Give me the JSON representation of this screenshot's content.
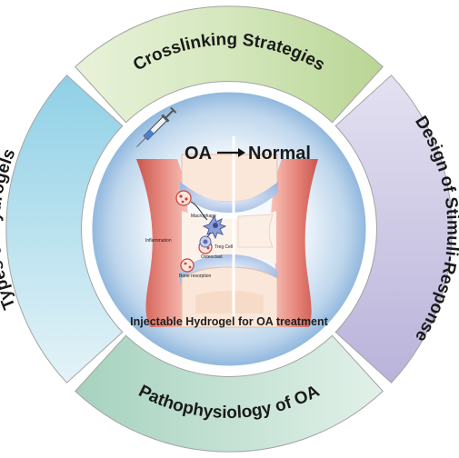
{
  "segments": {
    "top": {
      "label": "Crosslinking Strategies",
      "color": "#c3dba4"
    },
    "right": {
      "label": "Design of Stimuli-Response",
      "color": "#c9c5e2"
    },
    "bottom": {
      "label": "Pathophysiology of OA",
      "color": "#b6d8c8"
    },
    "left": {
      "label": "Types of Hydrogels",
      "color": "#a9d8ea"
    }
  },
  "center": {
    "left_state": "OA",
    "right_state": "Normal",
    "caption": "Injectable Hydrogel for OA treatment",
    "annotations": {
      "macrophage": "Macrophage",
      "inflammation": "Inflammation",
      "treg": "Treg Cell",
      "osteoclast": "Osteoclast",
      "bone_resorption": "Bone resorption"
    }
  }
}
